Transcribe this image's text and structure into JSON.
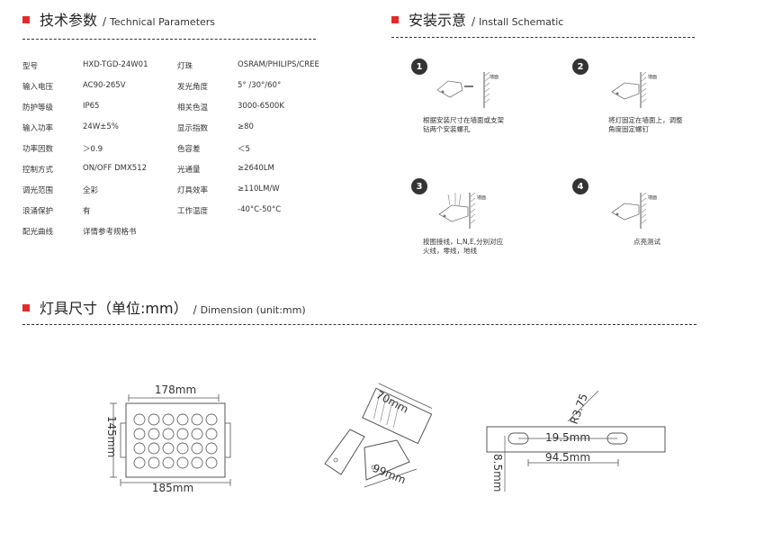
{
  "tech": {
    "title_zh": "技术参数",
    "sep": "/",
    "title_en": "Technical Parameters"
  },
  "install": {
    "title_zh": "安装示意",
    "sep": "/",
    "title_en": "Install Schematic"
  },
  "dimension": {
    "title_zh": "灯具尺寸（单位:mm）",
    "sep": "/",
    "title_en": "Dimension (unit:mm)"
  },
  "specs_left": [
    {
      "label": "型号",
      "value": "HXD-TGD-24W01"
    },
    {
      "label": "输入电压",
      "value": "AC90-265V"
    },
    {
      "label": "防护等级",
      "value": "IP65"
    },
    {
      "label": "输入功率",
      "value": "24W±5%"
    },
    {
      "label": "功率因数",
      "value": "＞0.9"
    },
    {
      "label": "控制方式",
      "value": "ON/OFF  DMX512"
    },
    {
      "label": "调光范围",
      "value": "全彩"
    },
    {
      "label": "浪涌保护",
      "value": "有"
    },
    {
      "label": "配光曲线",
      "value": "详情参考规格书"
    }
  ],
  "specs_right": [
    {
      "label": "灯珠",
      "value": "OSRAM/PHILIPS/CREE"
    },
    {
      "label": "发光角度",
      "value": "5° /30°/60°"
    },
    {
      "label": "相关色温",
      "value": "3000-6500K"
    },
    {
      "label": "显示指数",
      "value": "≥80"
    },
    {
      "label": "色容差",
      "value": "＜5"
    },
    {
      "label": "光通量",
      "value": "≥2640LM"
    },
    {
      "label": "灯具效率",
      "value": "≥110LM/W"
    },
    {
      "label": "工作温度",
      "value": "-40°C-50°C"
    }
  ],
  "steps": [
    {
      "num": "1",
      "caption1": "根据安装尺寸在墙面或支架",
      "caption2": "钻两个安装螺孔",
      "wall_label": "墙面"
    },
    {
      "num": "2",
      "caption1": "将灯固定在墙面上，调整",
      "caption2": "角度固定螺钉",
      "wall_label": "墙面"
    },
    {
      "num": "3",
      "caption1": "按图接线，L,N,E,分别对应",
      "caption2": "火线，零线，地线",
      "wall_label": "墙面"
    },
    {
      "num": "4",
      "caption1": "点亮测试",
      "caption2": "",
      "wall_label": "墙面"
    }
  ],
  "dims": {
    "front_width": "178mm",
    "front_height": "145mm",
    "front_total": "185mm",
    "side_top": "70mm",
    "side_bottom": "99mm",
    "bracket_radius": "R3.75",
    "slot_spacing": "19.5mm",
    "total_length": "94.5mm",
    "bracket_height": "8.5mm"
  },
  "colors": {
    "accent": "#e32b2b",
    "text": "#333333"
  }
}
